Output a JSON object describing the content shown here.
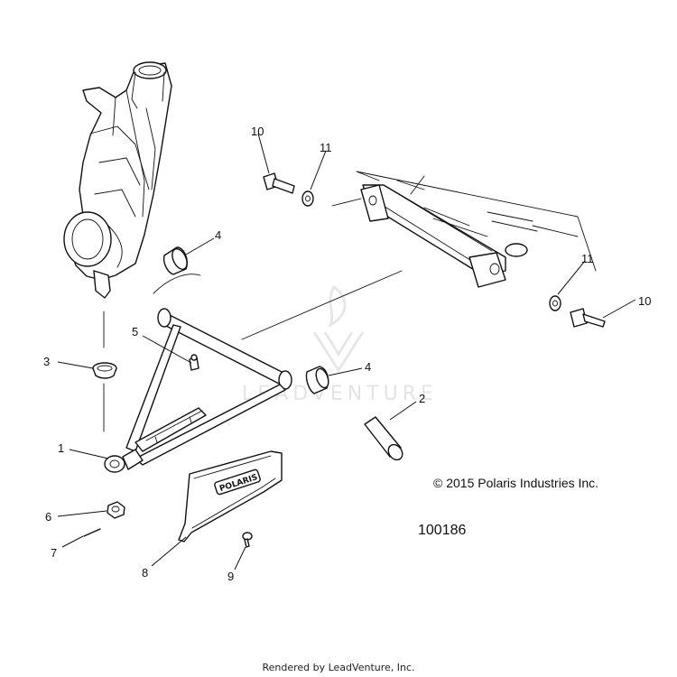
{
  "callouts": [
    {
      "id": "1",
      "label": "1"
    },
    {
      "id": "2",
      "label": "2"
    },
    {
      "id": "3",
      "label": "3"
    },
    {
      "id": "4a",
      "label": "4"
    },
    {
      "id": "4b",
      "label": "4"
    },
    {
      "id": "5",
      "label": "5"
    },
    {
      "id": "6",
      "label": "6"
    },
    {
      "id": "7",
      "label": "7"
    },
    {
      "id": "8",
      "label": "8"
    },
    {
      "id": "9",
      "label": "9"
    },
    {
      "id": "10a",
      "label": "10"
    },
    {
      "id": "10b",
      "label": "10"
    },
    {
      "id": "11a",
      "label": "11"
    },
    {
      "id": "11b",
      "label": "11"
    }
  ],
  "copyright": "© 2015 Polaris Industries Inc.",
  "diagram_number": "100186",
  "render_credit": "Rendered by LeadVenture, Inc.",
  "watermark_text": "LEADVENTURE",
  "part_logo_text": "POLARIS",
  "colors": {
    "line": "#111111",
    "watermark": "#e4e4e4",
    "background": "#ffffff"
  }
}
